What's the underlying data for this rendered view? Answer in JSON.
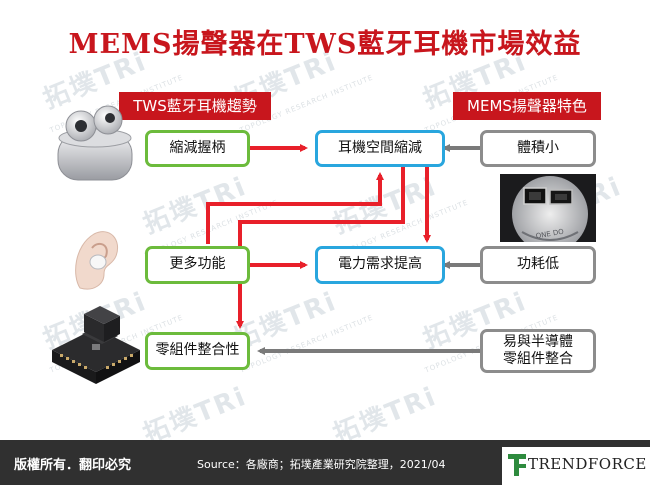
{
  "title": "MEMS揚聲器在TWS藍牙耳機市場效益",
  "headers": {
    "left": "TWS藍牙耳機趨勢",
    "right": "MEMS揚聲器特色"
  },
  "boxes": {
    "shrink_handle": "縮減握柄",
    "more_functions": "更多功能",
    "component_integration": "零組件整合性",
    "earphone_space": "耳機空間縮減",
    "power_demand": "電力需求提高",
    "small_volume": "體積小",
    "low_power": "功耗低",
    "semi_integration_line1": "易與半導體",
    "semi_integration_line2": "零組件整合"
  },
  "watermark": {
    "text": "拓墣TRi",
    "sub": "TOPOLOGY RESEARCH INSTITUTE"
  },
  "footer": {
    "rights": "版權所有．翻印必究",
    "source": "Source：各廠商；拓墣產業研究院整理，2021/04",
    "brand": "TRENDFORCE"
  },
  "colors": {
    "title_red": "#c8161d",
    "arrow_red": "#e8202a",
    "arrow_gray": "#7a7a7a",
    "green_border": "#6cbb3c",
    "blue_border": "#29a6de",
    "gray_border": "#8c8c8c",
    "footer_bg": "#303030",
    "logo_green": "#2e8b3e"
  },
  "icons": {
    "earbuds_case": "earbuds-case-illustration",
    "mems_chip": "mems-chip-on-coin-illustration",
    "ear_sound": "ear-with-soundwaves-illustration",
    "dev_board": "development-board-illustration",
    "logo_mark": "trendforce-logo-icon"
  }
}
